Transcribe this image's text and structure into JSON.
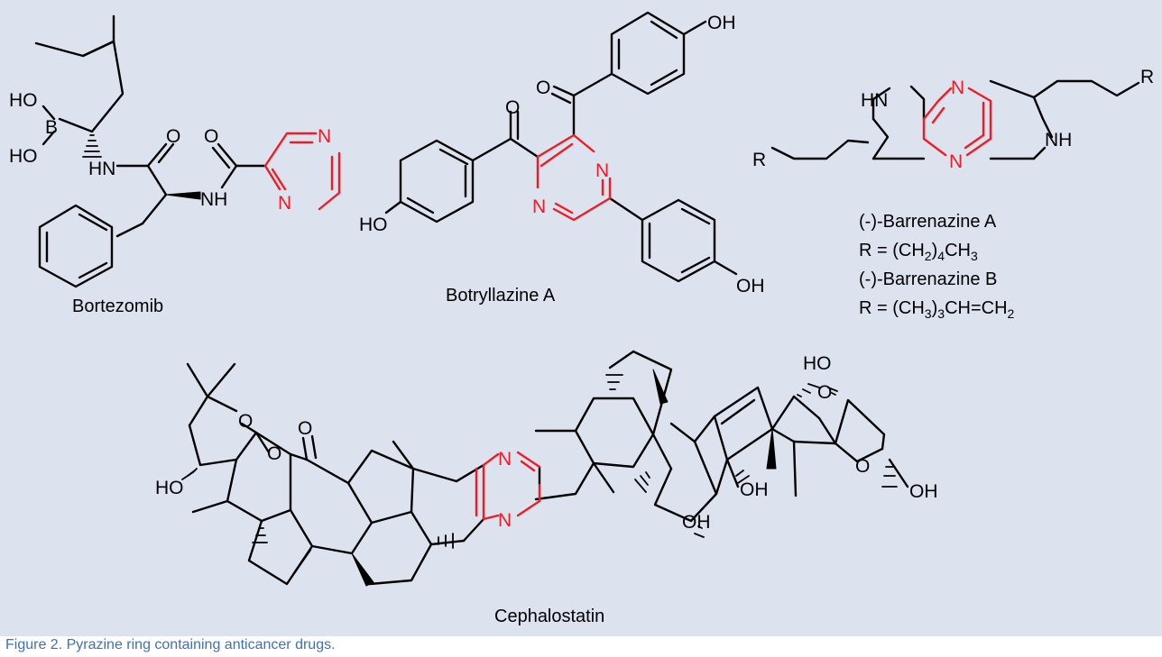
{
  "figure": {
    "caption": "Figure 2. Pyrazine ring containing anticancer drugs.",
    "colors": {
      "background": "#dde2ef",
      "bond": "#000000",
      "pyrazine_highlight": "#ee1c25",
      "caption": "#3f70b8"
    },
    "compounds": {
      "bortezomib": {
        "name": "Bortezomib",
        "atoms": {
          "ho1": "HO",
          "b": "B",
          "ho2": "HO",
          "hn": "HN",
          "o1": "O",
          "o2": "O",
          "nh": "NH",
          "n1": "N",
          "n2": "N"
        }
      },
      "botryllazine": {
        "name": "Botryllazine A",
        "atoms": {
          "oh_top": "OH",
          "o1": "O",
          "o2": "O",
          "n1": "N",
          "n2": "N",
          "ho_left": "HO",
          "oh_right": "OH"
        }
      },
      "barrenazine": {
        "name_a": "(-)-Barrenazine A",
        "formula_a": {
          "prefix": "R = (CH",
          "sub1": "2",
          "mid": ")",
          "sub2": "4",
          "rest": "CH",
          "sub3": "3"
        },
        "name_b": "(-)-Barrenazine B",
        "formula_b": {
          "prefix": "R = (CH",
          "sub1": "3",
          "mid": ")",
          "sub2": "3",
          "rest": "CH=CH",
          "sub3": "2"
        },
        "atoms": {
          "hn": "HN",
          "nh": "NH",
          "n1": "N",
          "n2": "N",
          "r1": "R",
          "r2": "R"
        }
      },
      "cephalostatin": {
        "name": "Cephalostatin",
        "atoms": {
          "o1": "O",
          "o2": "O",
          "o3": "O",
          "ho1": "HO",
          "n1": "N",
          "n2": "N",
          "oh1": "OH",
          "o4": "O",
          "ho2": "HO",
          "o5": "O",
          "oh2": "OH",
          "oh3": "OH"
        }
      }
    }
  }
}
